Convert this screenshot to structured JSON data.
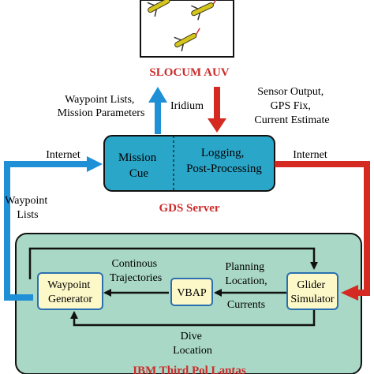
{
  "auv": {
    "title": "SLOCUM AUV"
  },
  "links": {
    "waypoint_lists_mission": [
      "Waypoint Lists,",
      "Mission Parameters"
    ],
    "iridium": "Iridium",
    "sensor_output": [
      "Sensor Output,",
      "GPS Fix,",
      "Current Estimate"
    ],
    "internet_left": "Internet",
    "internet_right": "Internet",
    "waypoint_lists_side": [
      "Waypoint",
      "Lists"
    ]
  },
  "server": {
    "mission_cue": [
      "Mission",
      "Cue"
    ],
    "logging": [
      "Logging,",
      "Post-Processing"
    ],
    "title": "GDS Server"
  },
  "lab": {
    "waypoint_generator": [
      "Waypoint",
      "Generator"
    ],
    "vbap": "VBAP",
    "glider_simulator": [
      "Glider",
      "Simulator"
    ],
    "continuous_trajectories": [
      "Continous",
      "Trajectories"
    ],
    "planning_location": [
      "Planning",
      "Location,"
    ],
    "currents": "Currents",
    "dive_location": [
      "Dive",
      "Location"
    ],
    "title": "IBM Third Pol Lantas"
  },
  "colors": {
    "blue_arrow": "#1f8fd6",
    "red_arrow": "#d42a22",
    "server_fill": "#2aa6c9",
    "lab_fill": "#a9d8c6",
    "node_fill": "#fdf8c8",
    "title_red": "#cc2b2b"
  }
}
